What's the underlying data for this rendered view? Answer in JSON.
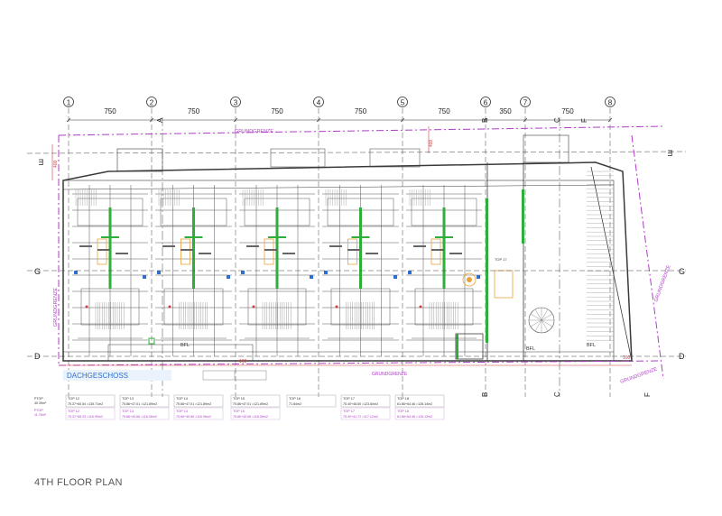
{
  "grid_axes": [
    "1",
    "2",
    "3",
    "4",
    "5",
    "6",
    "7",
    "8"
  ],
  "dimensions_top": [
    "750",
    "750",
    "750",
    "750",
    "750",
    "350",
    "750"
  ],
  "row_axes": {
    "top": "m",
    "middle": "G",
    "bottom": "D"
  },
  "section_marks": {
    "a": "A",
    "b": "B",
    "c": "C",
    "f": "F"
  },
  "labels": {
    "grundgrenze": "GRUNDGRENZE",
    "floor_name": "DACHGESCHOSS",
    "bfl": "BFL",
    "top17": "TOP 17"
  },
  "area_table": {
    "row_label_top": [
      "PTOP",
      "40.39m²"
    ],
    "row_label_bottom": [
      "PTOP",
      "11.78m²"
    ],
    "units": [
      {
        "name": "TOP 12",
        "a": "75.37+60.54 =135.71m2",
        "b": "75.37+55.33 =116.99m2"
      },
      {
        "name": "TOP 13",
        "a": "75.86+47.01 =121.89m2",
        "b": "75.86+40.66 =116.06m2"
      },
      {
        "name": "TOP 14",
        "a": "75.66+47.01 =121.89m2",
        "b": "75.66+40.66 =116.06m2"
      },
      {
        "name": "TOP 15",
        "a": "75.86+47.01 =121.89m2",
        "b": "75.86+40.66 =116.06m2"
      },
      {
        "name": "TOP 16",
        "a": "71.84m2",
        "b": ""
      },
      {
        "name": "TOP 17",
        "a": "75.40+48.60 =123.60m2",
        "b": "75.40+41.72 =117.12m2"
      },
      {
        "name": "TOP 18",
        "a": "61.66+64.46 =126.14m2",
        "b": "61.66+64.46 =126.12m2"
      }
    ]
  },
  "caption": "4TH FLOOR PLAN",
  "colors": {
    "magenta": "#b03cc8",
    "red": "#d23b3b",
    "green": "#2fae3c",
    "blue": "#2d6fd0",
    "line": "#3a3a3a"
  }
}
